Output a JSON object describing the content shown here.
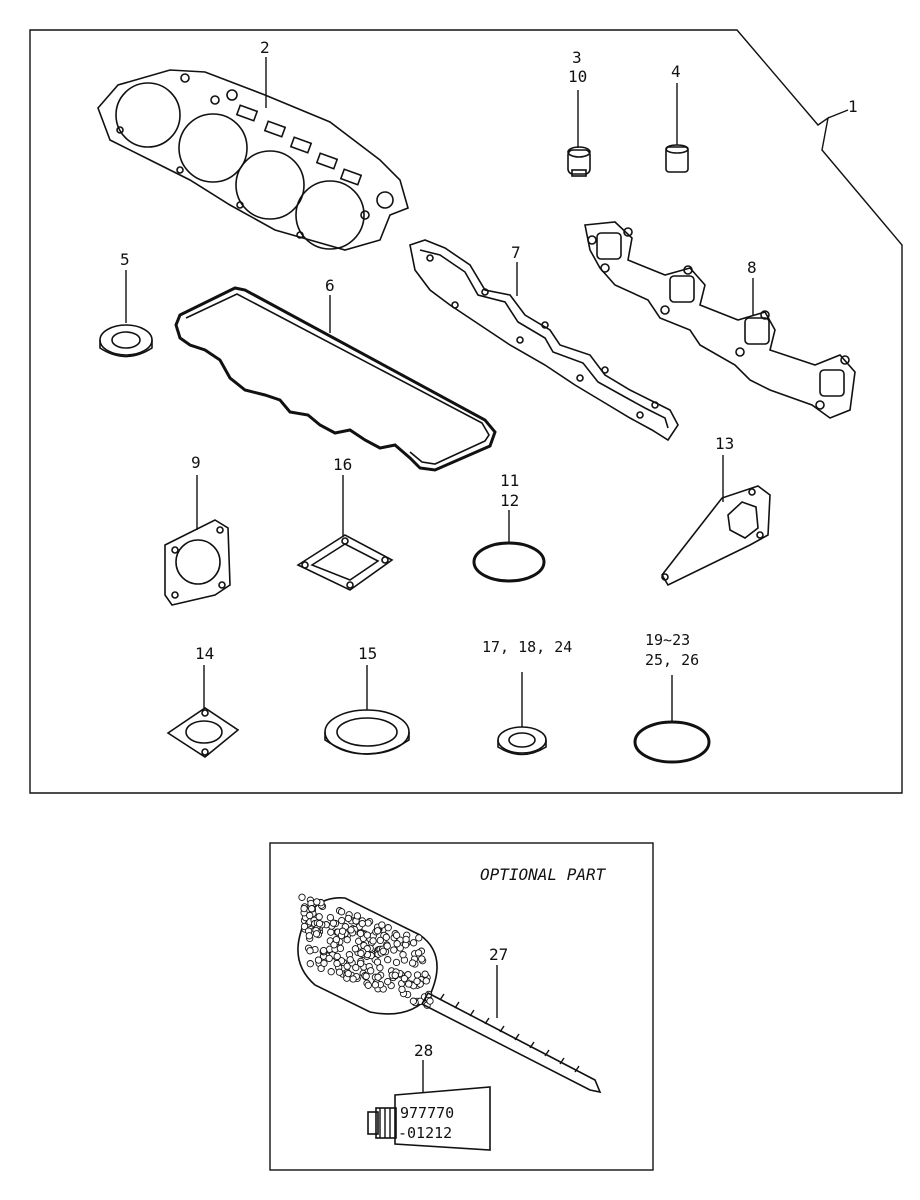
{
  "kit": {
    "label": "1"
  },
  "parts": [
    {
      "id": "p2",
      "label": "2"
    },
    {
      "id": "p3",
      "label": "3"
    },
    {
      "id": "p10",
      "label": "10"
    },
    {
      "id": "p4",
      "label": "4"
    },
    {
      "id": "p5",
      "label": "5"
    },
    {
      "id": "p6",
      "label": "6"
    },
    {
      "id": "p7",
      "label": "7"
    },
    {
      "id": "p8",
      "label": "8"
    },
    {
      "id": "p9",
      "label": "9"
    },
    {
      "id": "p16",
      "label": "16"
    },
    {
      "id": "p11",
      "label": "11"
    },
    {
      "id": "p12",
      "label": "12"
    },
    {
      "id": "p13",
      "label": "13"
    },
    {
      "id": "p14",
      "label": "14"
    },
    {
      "id": "p15",
      "label": "15"
    },
    {
      "id": "p17",
      "label": "17, 18, 24"
    },
    {
      "id": "p19",
      "label": "19~23"
    },
    {
      "id": "p25",
      "label": "25, 26"
    }
  ],
  "optional": {
    "title": "OPTIONAL PART",
    "brush_label": "27",
    "tube_label": "28",
    "tube_text_1": "977770",
    "tube_text_2": "-01212"
  }
}
